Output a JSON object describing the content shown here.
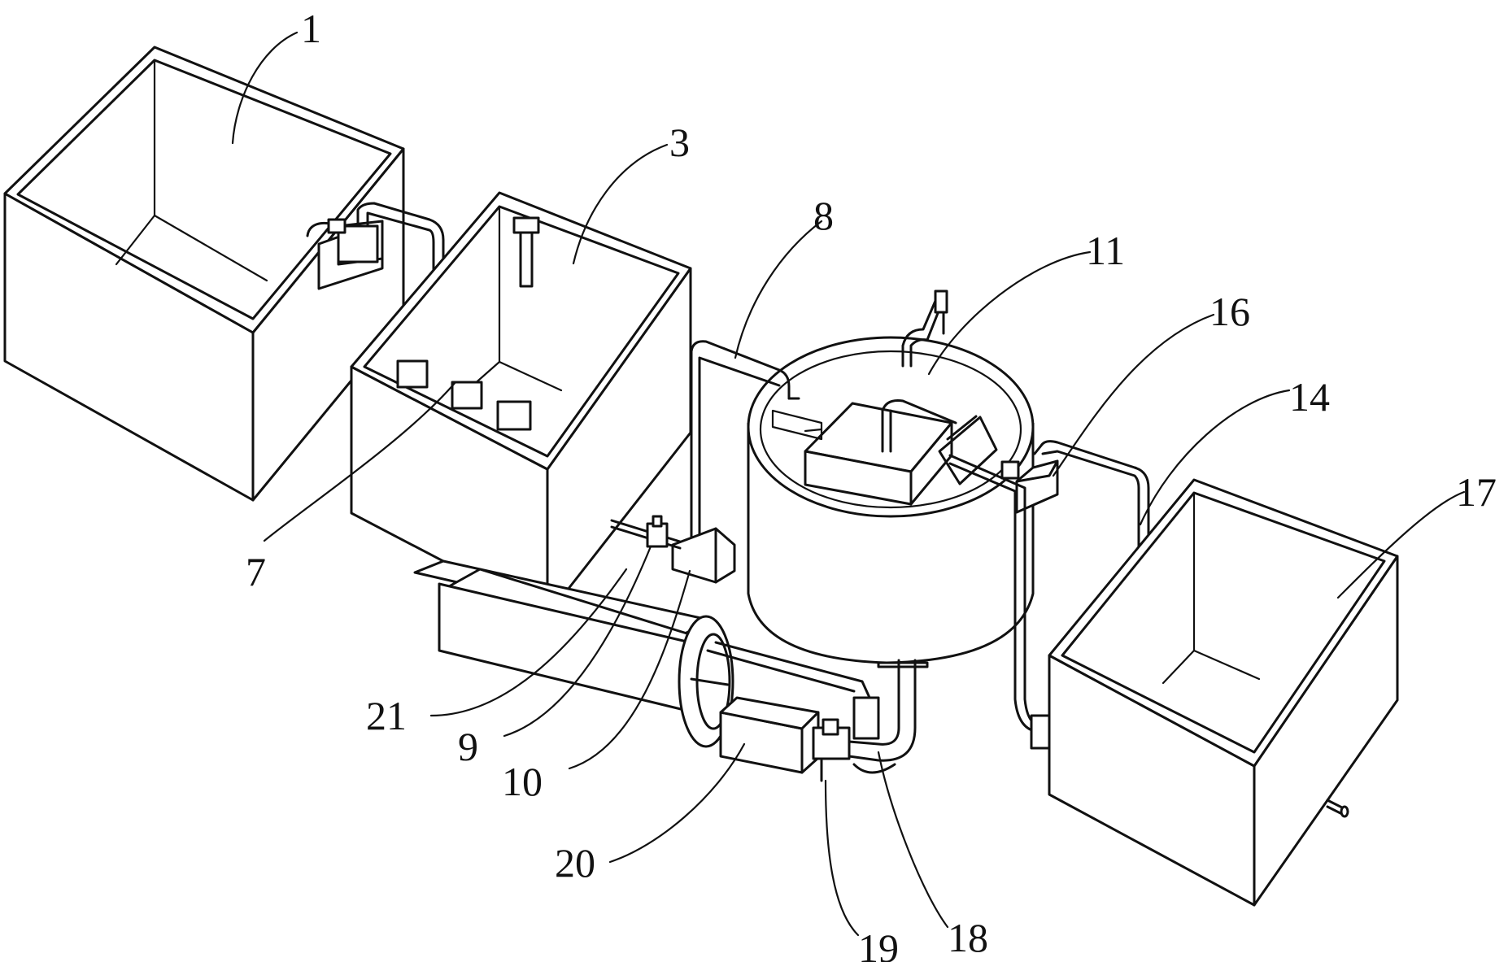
{
  "labels": {
    "l1": "1",
    "l3": "3",
    "l7": "7",
    "l8": "8",
    "l9": "9",
    "l10": "10",
    "l11": "11",
    "l14": "14",
    "l16": "16",
    "l17": "17",
    "l18": "18",
    "l19": "19",
    "l20": "20",
    "l21": "21"
  }
}
